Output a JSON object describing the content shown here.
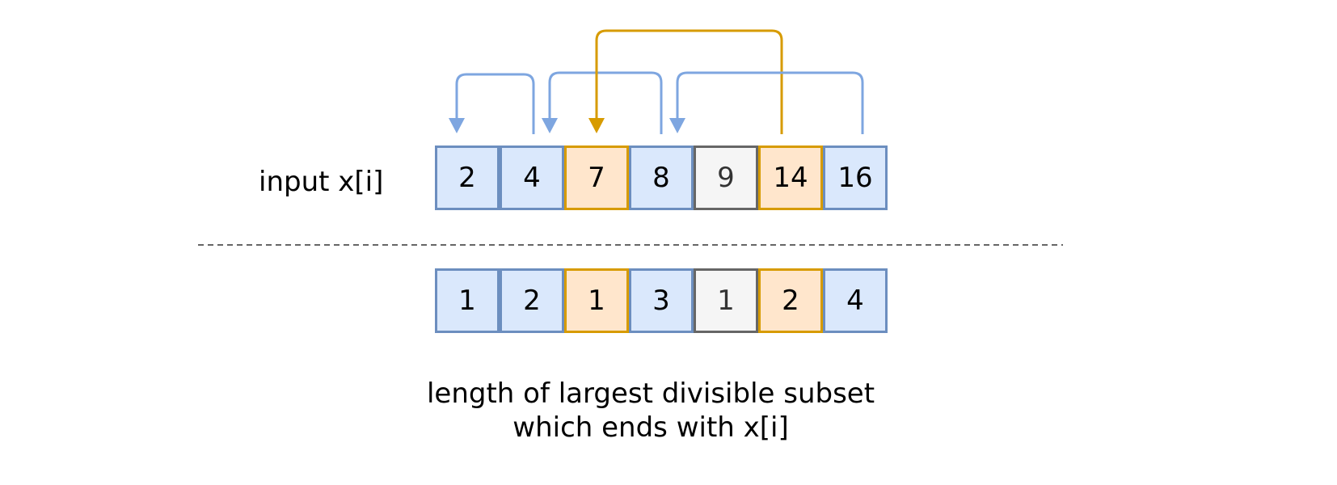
{
  "input_label": "input x[i]",
  "input_row": [
    {
      "value": "2",
      "color": "blue"
    },
    {
      "value": "4",
      "color": "blue"
    },
    {
      "value": "7",
      "color": "orange"
    },
    {
      "value": "8",
      "color": "blue"
    },
    {
      "value": "9",
      "color": "gray"
    },
    {
      "value": "14",
      "color": "orange"
    },
    {
      "value": "16",
      "color": "blue"
    }
  ],
  "length_row": [
    {
      "value": "1",
      "color": "blue"
    },
    {
      "value": "2",
      "color": "blue"
    },
    {
      "value": "1",
      "color": "orange"
    },
    {
      "value": "3",
      "color": "blue"
    },
    {
      "value": "1",
      "color": "gray"
    },
    {
      "value": "2",
      "color": "orange"
    },
    {
      "value": "4",
      "color": "blue"
    }
  ],
  "arrows": [
    {
      "from_index": 1,
      "to_index": 0,
      "color": "blue"
    },
    {
      "from_index": 3,
      "to_index": 1,
      "color": "blue"
    },
    {
      "from_index": 5,
      "to_index": 2,
      "color": "orange"
    },
    {
      "from_index": 6,
      "to_index": 3,
      "color": "blue"
    }
  ],
  "caption_line1": "length of largest divisible subset",
  "caption_line2": "which ends with x[i]",
  "colors": {
    "blue_fill": "#dae8fc",
    "blue_stroke": "#6c8ebf",
    "blue_arrow": "#7ea6e0",
    "orange_fill": "#ffe6cc",
    "orange_stroke": "#d79b00",
    "gray_fill": "#f5f5f5",
    "gray_stroke": "#666666",
    "divider": "#333333"
  }
}
